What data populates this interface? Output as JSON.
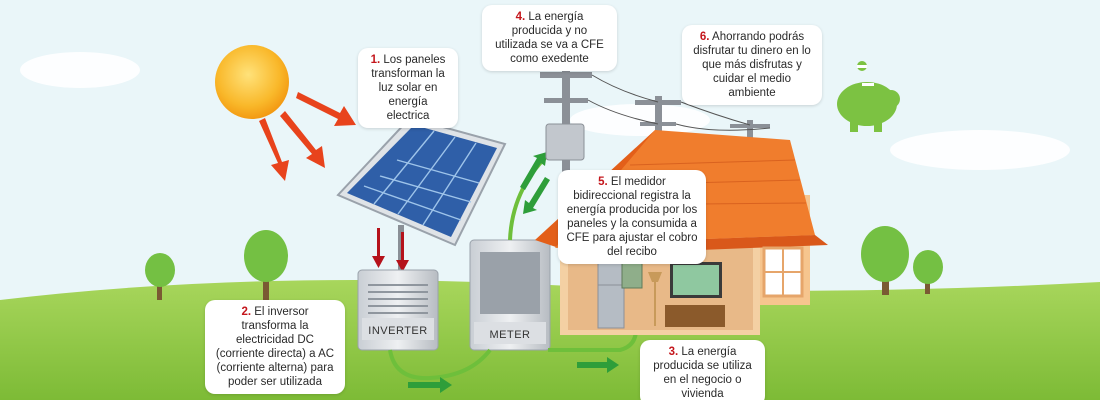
{
  "steps": [
    {
      "number": "1.",
      "text": "Los paneles transforman la luz solar en energía electrica"
    },
    {
      "number": "2.",
      "text": "El inversor transforma la electricidad DC (corriente directa) a AC (corriente alterna) para poder ser utilizada"
    },
    {
      "number": "3.",
      "text": "La energía producida se utiliza en el negocio o vivienda"
    },
    {
      "number": "4.",
      "text": "La energía producida y no utilizada se va a CFE como exedente"
    },
    {
      "number": "5.",
      "text": "El medidor bidireccional registra la energía producida por los paneles y la consumida a CFE para ajustar el cobro del recibo"
    },
    {
      "number": "6.",
      "text": "Ahorrando podrás disfrutar tu dinero en lo que más disfrutas y cuidar el medio ambiente"
    }
  ],
  "devices": {
    "inverter_label": "INVERTER",
    "meter_label": "METER"
  },
  "colors": {
    "sky": "#e3f3f8",
    "grass": "#8cc63f",
    "sun": "#f7a21b",
    "sun_ray_arrow": "#e8431c",
    "green_arrow": "#2e9e3a",
    "dc_arrow": "#b5121b",
    "roof": "#f07d2d",
    "wall": "#f6c58e",
    "panel": "#2f5fa8",
    "step_number": "#c4161c"
  }
}
